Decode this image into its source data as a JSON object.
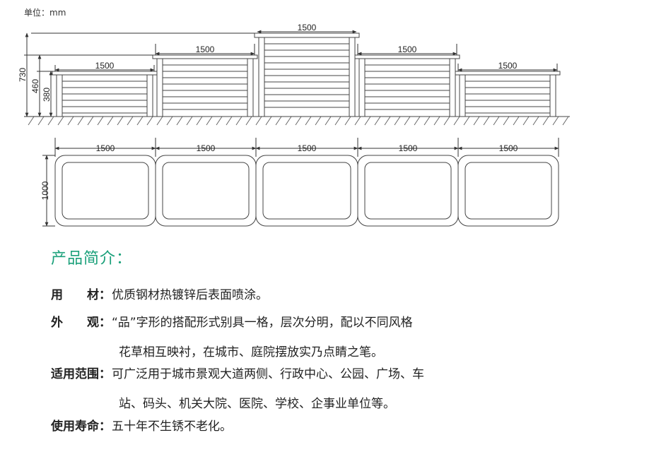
{
  "unit_label": "单位：mm",
  "elevation": {
    "heights": [
      "730",
      "460",
      "380"
    ],
    "widths": [
      "1500",
      "1500",
      "1500",
      "1500",
      "1500"
    ]
  },
  "plan": {
    "depth": "1000",
    "widths": [
      "1500",
      "1500",
      "1500",
      "1500",
      "1500"
    ]
  },
  "intro_title": "产品简介：",
  "specs": [
    {
      "label": "用　　材：",
      "lines": [
        "优质钢材热镀锌后表面喷涂。"
      ]
    },
    {
      "label": "外　　观：",
      "lines": [
        "“品”字形的搭配形式别具一格，层次分明，配以不同风格",
        "花草相互映衬，在城市、庭院摆放实乃点睛之笔。"
      ]
    },
    {
      "label": "适用范围：",
      "lines": [
        "可广泛用于城市景观大道两侧、行政中心、公园、广场、车",
        "站、码头、机关大院、医院、学校、企事业单位等。"
      ]
    },
    {
      "label": "使用寿命：",
      "lines": [
        "五十年不生锈不老化。"
      ]
    }
  ]
}
